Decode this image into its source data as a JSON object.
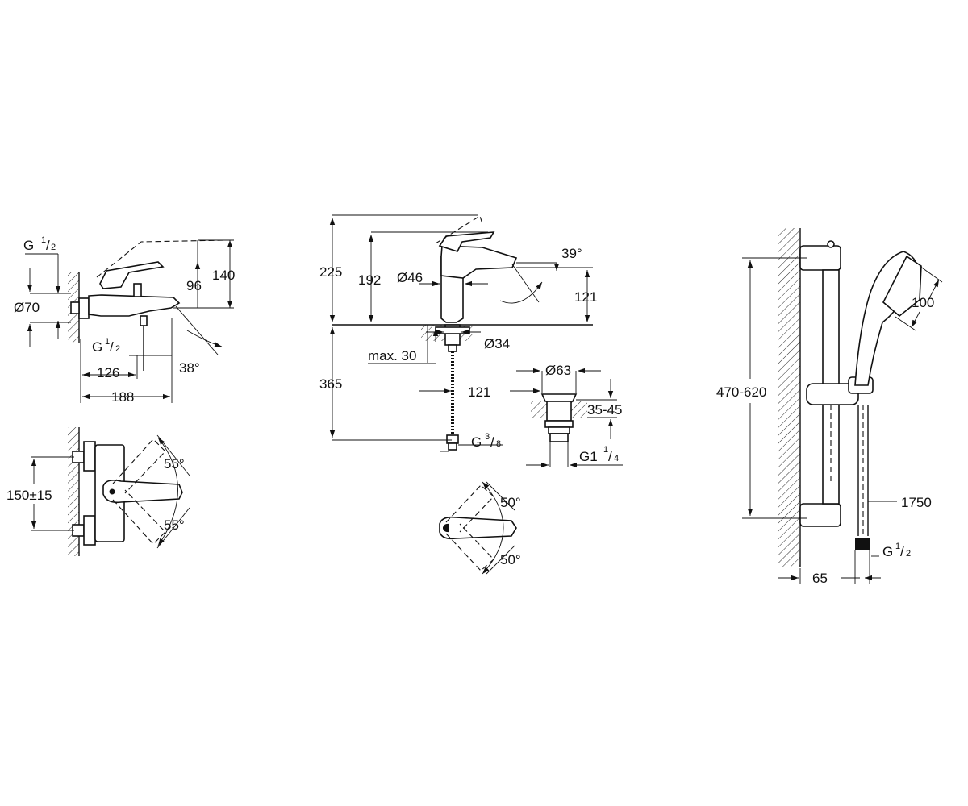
{
  "bath_mixer": {
    "inlet_top": {
      "g": "G",
      "num": "1",
      "den": "2"
    },
    "inlet_bottom": {
      "g": "G",
      "num": "1",
      "den": "2"
    },
    "rosette_dia": "Ø70",
    "height_96": "96",
    "height_140": "140",
    "dim_126": "126",
    "dim_188": "188",
    "spout_angle": "38°",
    "centres": "150±15",
    "swing_upper": "55°",
    "swing_lower": "55°"
  },
  "basin_mixer": {
    "height_225": "225",
    "height_192": "192",
    "body_dia": "Ø46",
    "spout_angle": "39°",
    "spout_reach": "121",
    "shank_dia": "Ø34",
    "max_deck": "max. 30",
    "hose_length": "365",
    "connection": {
      "g": "G",
      "num": "3",
      "den": "8"
    },
    "waste_dia": "Ø63",
    "waste_offset": "121",
    "waste_range": "35-45",
    "waste_thread": {
      "g": "G1",
      "num": "1",
      "den": "4"
    },
    "swing_upper": "50°",
    "swing_lower": "50°"
  },
  "shower_set": {
    "rail_range": "470-620",
    "head_dia": "100",
    "hose_length": "1750",
    "hose_thread": {
      "g": "G",
      "num": "1",
      "den": "2"
    },
    "wall_offset": "65"
  }
}
